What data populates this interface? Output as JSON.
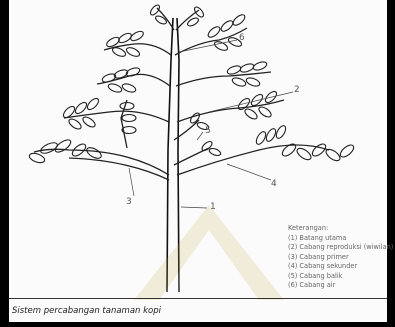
{
  "figure": {
    "callouts": [
      "1",
      "2",
      "3",
      "4",
      "5",
      "6"
    ],
    "legend_title": "Keterangan:",
    "legend_items": [
      "(1) Batang utama",
      "(2) Cabang reproduksi (wiwilan)",
      "(3) Cabang primer",
      "(4) Cabang sekunder",
      "(5) Cabang balik",
      "(6) Cabang air"
    ]
  },
  "caption": "Sistem percabangan tanaman kopi",
  "colors": {
    "frame": "#fbfbfb",
    "border": "#000000",
    "ink": "#222222",
    "watermark": "#c9a84a"
  }
}
